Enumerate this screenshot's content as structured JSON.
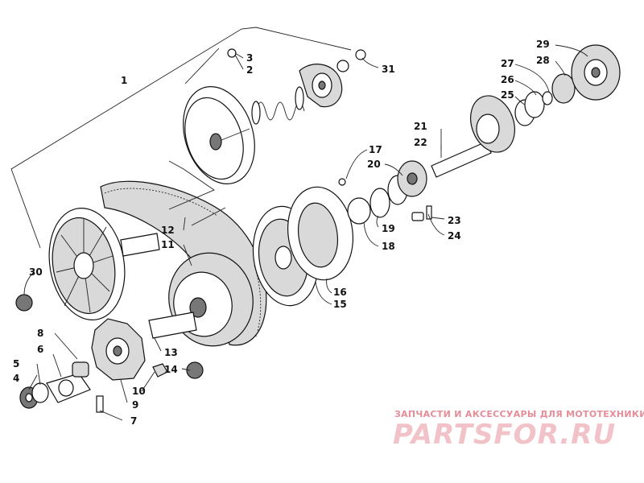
{
  "diagram": {
    "callouts": [
      "1",
      "2",
      "3",
      "4",
      "5",
      "6",
      "7",
      "8",
      "9",
      "10",
      "11",
      "12",
      "13",
      "14",
      "15",
      "16",
      "17",
      "18",
      "19",
      "20",
      "21",
      "22",
      "23",
      "24",
      "25",
      "26",
      "27",
      "28",
      "29",
      "30",
      "31"
    ]
  },
  "watermark": {
    "tagline": "ЗАПЧАСТИ И АКСЕССУАРЫ ДЛЯ МОТОТЕХНИКИ",
    "logo": "PARTSFOR.RU",
    "color": "#e58d99"
  }
}
